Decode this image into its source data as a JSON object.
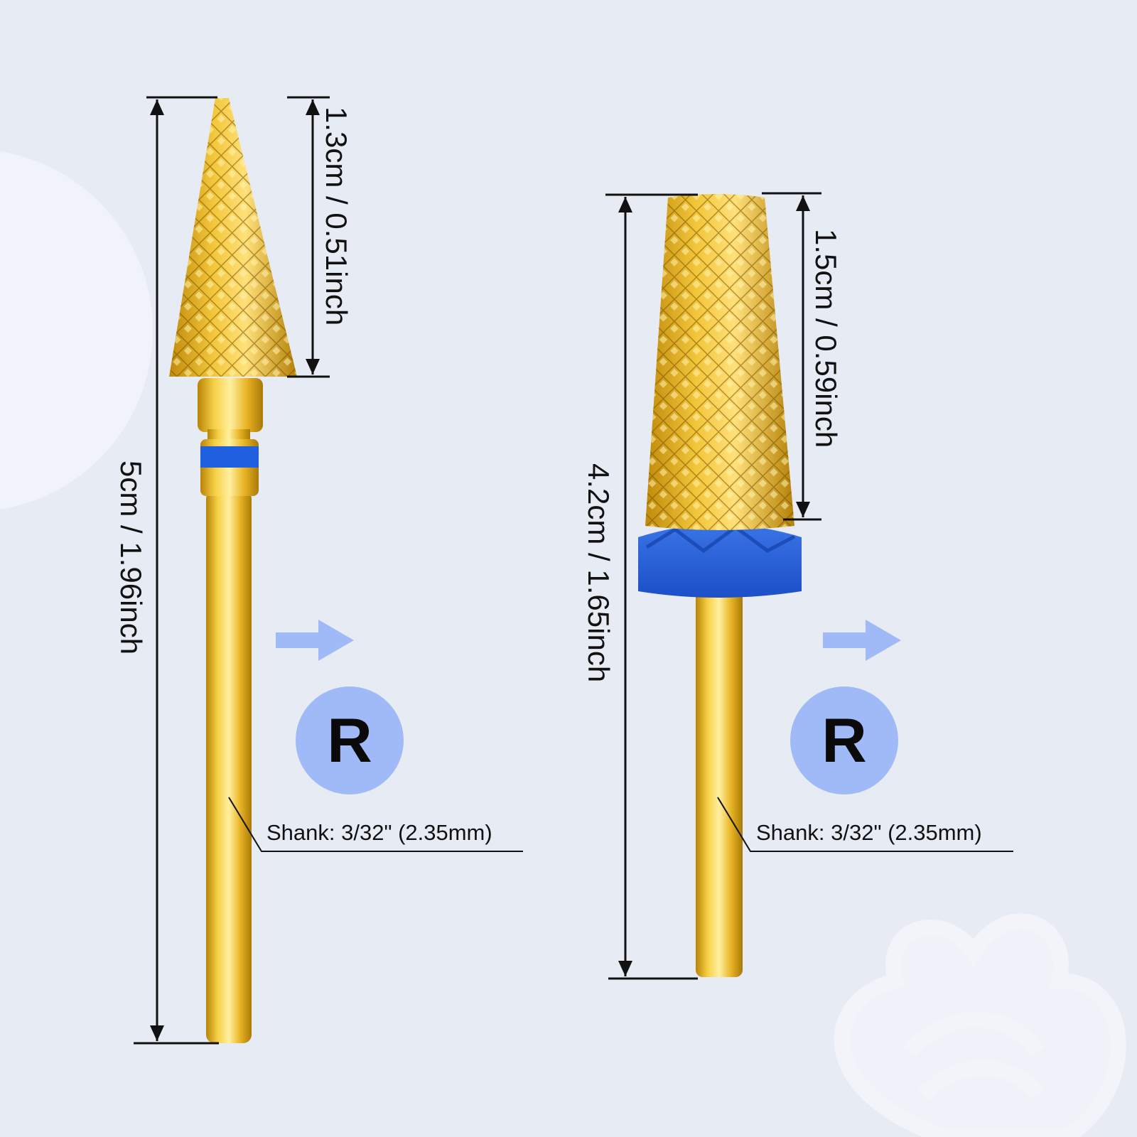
{
  "bit_left": {
    "head_length": "1.3cm / 0.51inch",
    "total_length": "5cm / 1.96inch",
    "shank": "Shank: 3/32\" (2.35mm)",
    "rotation": "R"
  },
  "bit_right": {
    "head_length": "1.5cm / 0.59inch",
    "total_length": "4.2cm / 1.65inch",
    "shank": "Shank: 3/32\" (2.35mm)",
    "rotation": "R"
  },
  "colors": {
    "background": "#e7ebf4",
    "gold": "#e8b528",
    "blue_band": "#1f5fe0",
    "arrow": "#9fbaf7",
    "badge": "#9fbaf7"
  },
  "icons": [
    "right-arrow-icon",
    "rotation-badge",
    "flower-watermark"
  ]
}
